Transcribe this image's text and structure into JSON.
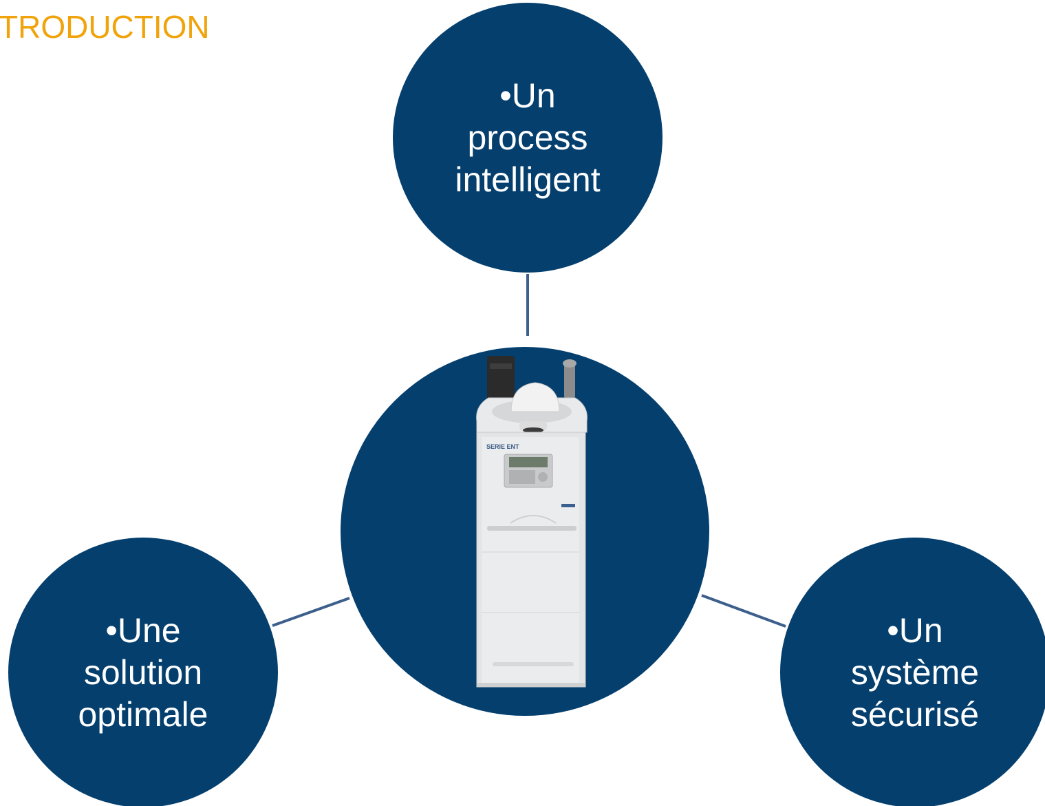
{
  "title": "TRODUCTION",
  "colors": {
    "title": "#F0A30A",
    "circle": "#043F6E",
    "connector": "#3C5F8C"
  },
  "top": {
    "line1": "•Un",
    "line2": "process",
    "line3": "intelligent"
  },
  "left": {
    "line1": "•Une",
    "line2": "solution",
    "line3": "optimale"
  },
  "right": {
    "line1": "•Un",
    "line2": "système",
    "line3": "sécurisé"
  },
  "center": {
    "image_label": "SERIE ENT"
  },
  "icons": [
    "cash-recycler-machine-image"
  ]
}
